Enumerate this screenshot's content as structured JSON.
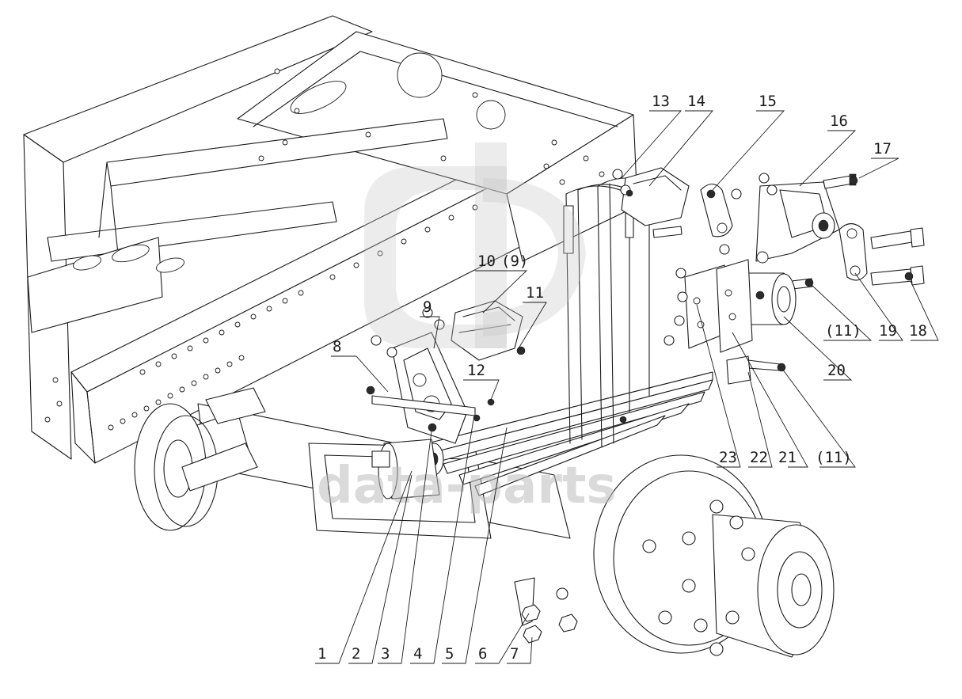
{
  "diagram": {
    "watermark": "data-parts",
    "callouts": [
      {
        "id": "c1",
        "text": "1"
      },
      {
        "id": "c2",
        "text": "2"
      },
      {
        "id": "c3",
        "text": "3"
      },
      {
        "id": "c4",
        "text": "4"
      },
      {
        "id": "c5",
        "text": "5"
      },
      {
        "id": "c6",
        "text": "6"
      },
      {
        "id": "c7",
        "text": "7"
      },
      {
        "id": "c8",
        "text": "8"
      },
      {
        "id": "c9",
        "text": "9"
      },
      {
        "id": "c10",
        "text": "10"
      },
      {
        "id": "c9p",
        "text": "(9)"
      },
      {
        "id": "c11",
        "text": "11"
      },
      {
        "id": "c12",
        "text": "12"
      },
      {
        "id": "c13",
        "text": "13"
      },
      {
        "id": "c14",
        "text": "14"
      },
      {
        "id": "c15",
        "text": "15"
      },
      {
        "id": "c16",
        "text": "16"
      },
      {
        "id": "c17",
        "text": "17"
      },
      {
        "id": "c18",
        "text": "18"
      },
      {
        "id": "c19",
        "text": "19"
      },
      {
        "id": "c11a",
        "text": "(11)"
      },
      {
        "id": "c20",
        "text": "20"
      },
      {
        "id": "c21",
        "text": "21"
      },
      {
        "id": "c22",
        "text": "22"
      },
      {
        "id": "c23",
        "text": "23"
      },
      {
        "id": "c11b",
        "text": "(11)"
      }
    ]
  }
}
